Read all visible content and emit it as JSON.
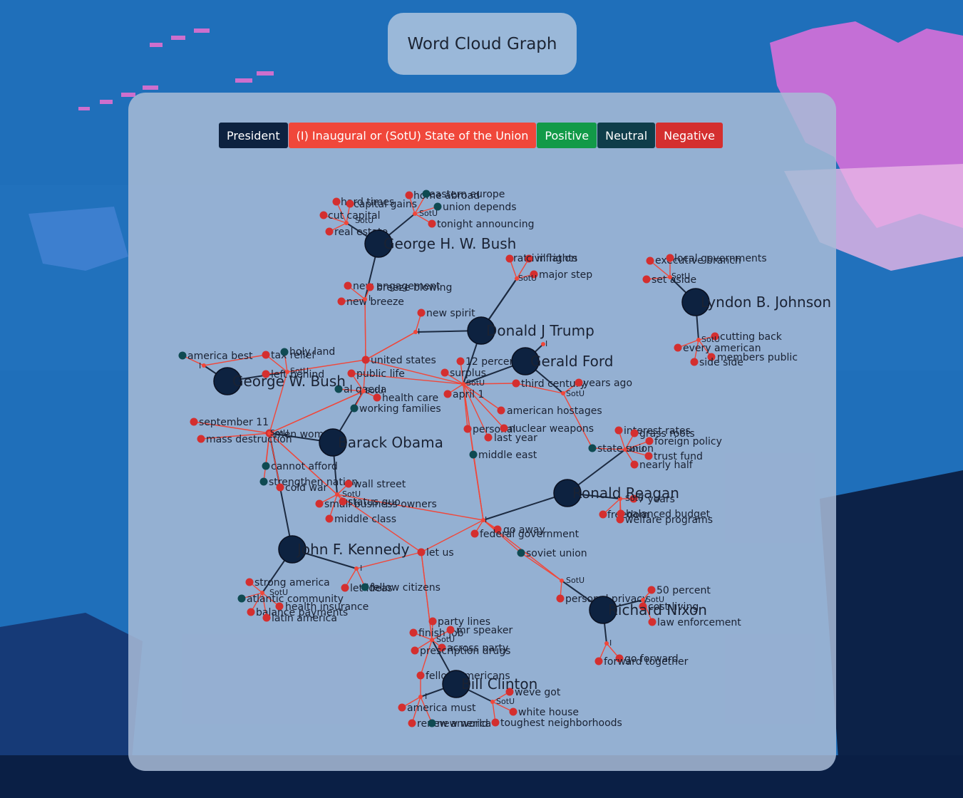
{
  "title": "Word Cloud Graph",
  "legend": [
    {
      "label": "President",
      "color": "#0d2240"
    },
    {
      "label": "(I) Inaugural or (SotU) State of the Union",
      "color": "#f0473a"
    },
    {
      "label": "Positive",
      "color": "#129a48"
    },
    {
      "label": "Neutral",
      "color": "#0f3d4a"
    },
    {
      "label": "Negative",
      "color": "#d42f2f"
    }
  ],
  "colors": {
    "president": "#0d2240",
    "speech": "#f0473a",
    "positive": "#129a48",
    "neutral": "#0f4a52",
    "negative": "#d42f2f",
    "edge_president": "#1c2a40",
    "edge_speech": "#f0473a"
  },
  "graph": {
    "presidents": [
      {
        "id": "ghwb",
        "label": "George H. W. Bush"
      },
      {
        "id": "lbj",
        "label": "Lyndon B. Johnson"
      },
      {
        "id": "trump",
        "label": "Donald J Trump"
      },
      {
        "id": "ford",
        "label": "Gerald Ford"
      },
      {
        "id": "gwb",
        "label": "George W. Bush"
      },
      {
        "id": "obama",
        "label": "Barack Obama"
      },
      {
        "id": "reagan",
        "label": "Ronald Reagan"
      },
      {
        "id": "jfk",
        "label": "John F. Kennedy"
      },
      {
        "id": "nixon",
        "label": "Richard Nixon"
      },
      {
        "id": "clinton",
        "label": "Bill Clinton"
      }
    ],
    "speeches": [
      {
        "id": "s_ghwb_1",
        "label": "SotU"
      },
      {
        "id": "s_ghwb_2",
        "label": "SotU"
      },
      {
        "id": "s_ghwb_i",
        "label": "I"
      },
      {
        "id": "s_lbj_1",
        "label": "SotU"
      },
      {
        "id": "s_lbj_2",
        "label": "SotU"
      },
      {
        "id": "s_trump_1",
        "label": "SotU"
      },
      {
        "id": "s_trump_i",
        "label": "I"
      },
      {
        "id": "s_ford_i",
        "label": "I"
      },
      {
        "id": "s_ford_1",
        "label": "SotU"
      },
      {
        "id": "s_ford_2",
        "label": "SotU"
      },
      {
        "id": "s_gwb_i",
        "label": "I"
      },
      {
        "id": "s_gwb_1",
        "label": "SotU"
      },
      {
        "id": "s_obama_1",
        "label": "SotU"
      },
      {
        "id": "s_obama_2",
        "label": "SotU"
      },
      {
        "id": "s_obama_3",
        "label": "SotU"
      },
      {
        "id": "s_reagan_1",
        "label": "SotU"
      },
      {
        "id": "s_reagan_2",
        "label": "SotU"
      },
      {
        "id": "s_reagan_i",
        "label": "I"
      },
      {
        "id": "s_jfk_1",
        "label": "SotU"
      },
      {
        "id": "s_jfk_i",
        "label": "I"
      },
      {
        "id": "s_nixon_1",
        "label": "SotU"
      },
      {
        "id": "s_nixon_2",
        "label": "SotU"
      },
      {
        "id": "s_nixon_i",
        "label": "I"
      },
      {
        "id": "s_clinton_1",
        "label": "SotU"
      },
      {
        "id": "s_clinton_2",
        "label": "SotU"
      },
      {
        "id": "s_clinton_i",
        "label": "I"
      }
    ],
    "words": [
      {
        "id": "w1",
        "label": "hard times",
        "sentiment": "negative"
      },
      {
        "id": "w2",
        "label": "capital gains",
        "sentiment": "negative"
      },
      {
        "id": "w3",
        "label": "cut capital",
        "sentiment": "negative"
      },
      {
        "id": "w4",
        "label": "real estate",
        "sentiment": "negative"
      },
      {
        "id": "w5",
        "label": "home abroad",
        "sentiment": "negative"
      },
      {
        "id": "w6",
        "label": "eastern europe",
        "sentiment": "neutral"
      },
      {
        "id": "w7",
        "label": "union depends",
        "sentiment": "neutral"
      },
      {
        "id": "w8",
        "label": "tonight announcing",
        "sentiment": "negative"
      },
      {
        "id": "w9",
        "label": "new engagement",
        "sentiment": "negative"
      },
      {
        "id": "w10",
        "label": "breeze blowing",
        "sentiment": "negative"
      },
      {
        "id": "w11",
        "label": "new breeze",
        "sentiment": "negative"
      },
      {
        "id": "w12",
        "label": "new spirit",
        "sentiment": "negative"
      },
      {
        "id": "w13",
        "label": "united states",
        "sentiment": "negative"
      },
      {
        "id": "w14",
        "label": "rate inflation",
        "sentiment": "negative"
      },
      {
        "id": "w15",
        "label": "civil rights",
        "sentiment": "negative"
      },
      {
        "id": "w16",
        "label": "major step",
        "sentiment": "negative"
      },
      {
        "id": "w17",
        "label": "executive branch",
        "sentiment": "negative"
      },
      {
        "id": "w18",
        "label": "local governments",
        "sentiment": "negative"
      },
      {
        "id": "w19",
        "label": "set aside",
        "sentiment": "negative"
      },
      {
        "id": "w20",
        "label": "cutting back",
        "sentiment": "negative"
      },
      {
        "id": "w21",
        "label": "every american",
        "sentiment": "negative"
      },
      {
        "id": "w22",
        "label": "members public",
        "sentiment": "negative"
      },
      {
        "id": "w23",
        "label": "side side",
        "sentiment": "negative"
      },
      {
        "id": "w24",
        "label": "america best",
        "sentiment": "neutral"
      },
      {
        "id": "w25",
        "label": "tax relief",
        "sentiment": "negative"
      },
      {
        "id": "w26",
        "label": "holy land",
        "sentiment": "neutral"
      },
      {
        "id": "w27",
        "label": "left behind",
        "sentiment": "negative"
      },
      {
        "id": "w28",
        "label": "public life",
        "sentiment": "negative"
      },
      {
        "id": "w29",
        "label": "al qaeda",
        "sentiment": "neutral"
      },
      {
        "id": "w30",
        "label": "health care",
        "sentiment": "negative"
      },
      {
        "id": "w31",
        "label": "working families",
        "sentiment": "neutral"
      },
      {
        "id": "w32",
        "label": "12 percent",
        "sentiment": "negative"
      },
      {
        "id": "w33",
        "label": "surplus",
        "sentiment": "negative"
      },
      {
        "id": "w34",
        "label": "april 1",
        "sentiment": "negative"
      },
      {
        "id": "w35",
        "label": "third century",
        "sentiment": "negative"
      },
      {
        "id": "w36",
        "label": "years ago",
        "sentiment": "negative"
      },
      {
        "id": "w37",
        "label": "american hostages",
        "sentiment": "negative"
      },
      {
        "id": "w38",
        "label": "personal",
        "sentiment": "negative"
      },
      {
        "id": "w39",
        "label": "nuclear weapons",
        "sentiment": "negative"
      },
      {
        "id": "w40",
        "label": "last year",
        "sentiment": "negative"
      },
      {
        "id": "w41",
        "label": "middle east",
        "sentiment": "neutral"
      },
      {
        "id": "w42",
        "label": "september 11",
        "sentiment": "negative"
      },
      {
        "id": "w43",
        "label": "mass destruction",
        "sentiment": "negative"
      },
      {
        "id": "w44",
        "label": "men women",
        "sentiment": "negative"
      },
      {
        "id": "w45",
        "label": "cannot afford",
        "sentiment": "neutral"
      },
      {
        "id": "w46",
        "label": "strengthen nation",
        "sentiment": "neutral"
      },
      {
        "id": "w47",
        "label": "cold war",
        "sentiment": "negative"
      },
      {
        "id": "w48",
        "label": "wall street",
        "sentiment": "negative"
      },
      {
        "id": "w49",
        "label": "small business owners",
        "sentiment": "negative"
      },
      {
        "id": "w50",
        "label": "status quo",
        "sentiment": "negative"
      },
      {
        "id": "w51",
        "label": "middle class",
        "sentiment": "negative"
      },
      {
        "id": "w52",
        "label": "interest rates",
        "sentiment": "negative"
      },
      {
        "id": "w53",
        "label": "grass roots",
        "sentiment": "negative"
      },
      {
        "id": "w54",
        "label": "foreign policy",
        "sentiment": "negative"
      },
      {
        "id": "w55",
        "label": "state union",
        "sentiment": "neutral"
      },
      {
        "id": "w56",
        "label": "trust fund",
        "sentiment": "negative"
      },
      {
        "id": "w57",
        "label": "nearly half",
        "sentiment": "negative"
      },
      {
        "id": "w58",
        "label": "7 years",
        "sentiment": "negative"
      },
      {
        "id": "w59",
        "label": "freedom",
        "sentiment": "negative"
      },
      {
        "id": "w60",
        "label": "balanced budget",
        "sentiment": "negative"
      },
      {
        "id": "w61",
        "label": "welfare programs",
        "sentiment": "negative"
      },
      {
        "id": "w62",
        "label": "go away",
        "sentiment": "negative"
      },
      {
        "id": "w63",
        "label": "federal government",
        "sentiment": "negative"
      },
      {
        "id": "w64",
        "label": "soviet union",
        "sentiment": "neutral"
      },
      {
        "id": "w65",
        "label": "let us",
        "sentiment": "negative"
      },
      {
        "id": "w66",
        "label": "strong america",
        "sentiment": "negative"
      },
      {
        "id": "w67",
        "label": "atlantic community",
        "sentiment": "neutral"
      },
      {
        "id": "w68",
        "label": "health insurance",
        "sentiment": "negative"
      },
      {
        "id": "w69",
        "label": "balance payments",
        "sentiment": "negative"
      },
      {
        "id": "w70",
        "label": "latin america",
        "sentiment": "negative"
      },
      {
        "id": "w71",
        "label": "let ideas",
        "sentiment": "negative"
      },
      {
        "id": "w72",
        "label": "fellow citizens",
        "sentiment": "neutral"
      },
      {
        "id": "w73",
        "label": "personal privacy",
        "sentiment": "negative"
      },
      {
        "id": "w74",
        "label": "50 percent",
        "sentiment": "negative"
      },
      {
        "id": "w75",
        "label": "cost living",
        "sentiment": "negative"
      },
      {
        "id": "w76",
        "label": "law enforcement",
        "sentiment": "negative"
      },
      {
        "id": "w77",
        "label": "go forward",
        "sentiment": "negative"
      },
      {
        "id": "w78",
        "label": "forward together",
        "sentiment": "negative"
      },
      {
        "id": "w79",
        "label": "party lines",
        "sentiment": "negative"
      },
      {
        "id": "w80",
        "label": "finish job",
        "sentiment": "negative"
      },
      {
        "id": "w81",
        "label": "mr speaker",
        "sentiment": "negative"
      },
      {
        "id": "w82",
        "label": "across party",
        "sentiment": "negative"
      },
      {
        "id": "w83",
        "label": "prescription drugs",
        "sentiment": "negative"
      },
      {
        "id": "w84",
        "label": "fellow americans",
        "sentiment": "negative"
      },
      {
        "id": "w85",
        "label": "weve got",
        "sentiment": "negative"
      },
      {
        "id": "w86",
        "label": "white house",
        "sentiment": "negative"
      },
      {
        "id": "w87",
        "label": "toughest neighborhoods",
        "sentiment": "negative"
      },
      {
        "id": "w88",
        "label": "america must",
        "sentiment": "negative"
      },
      {
        "id": "w89",
        "label": "renew america",
        "sentiment": "negative"
      },
      {
        "id": "w90",
        "label": "new world",
        "sentiment": "neutral"
      }
    ]
  }
}
